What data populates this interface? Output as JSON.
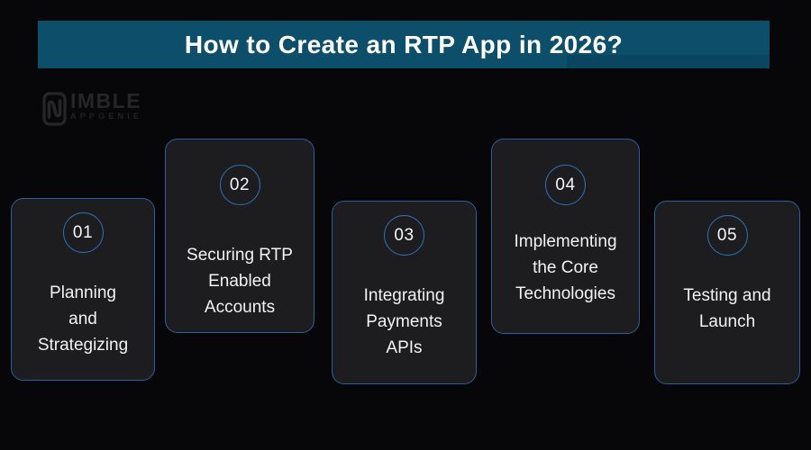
{
  "banner": {
    "title": "How to Create an RTP App in 2026?"
  },
  "logo": {
    "icon": "nimble-appgenie-logo-icon",
    "brand": "IMBLE",
    "sub": "APPGENIE"
  },
  "colors": {
    "page_background": "#070709",
    "banner_background": "#0d4e6b",
    "card_background": "#1d1d1f",
    "card_border": "#2b5f9e",
    "circle_border": "#2e6fb7",
    "card_text": "#f2f2f4",
    "title_text": "#ffffff",
    "logo_text": "#28282b"
  },
  "steps": [
    {
      "number": "01",
      "label": "Planning\nand\nStrategizing"
    },
    {
      "number": "02",
      "label": "Securing RTP\nEnabled\nAccounts"
    },
    {
      "number": "03",
      "label": "Integrating\nPayments\nAPIs"
    },
    {
      "number": "04",
      "label": "Implementing\nthe Core\nTechnologies"
    },
    {
      "number": "05",
      "label": "Testing and\nLaunch"
    }
  ]
}
